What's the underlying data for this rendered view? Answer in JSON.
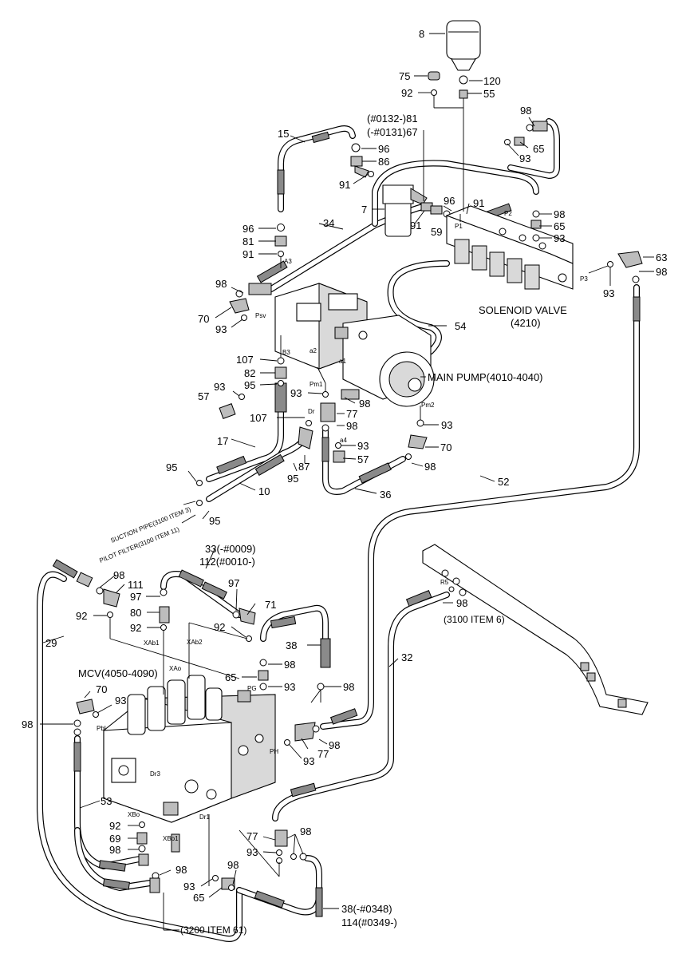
{
  "diagram": {
    "labels": [
      {
        "id": "l8",
        "text": "8"
      },
      {
        "id": "l75",
        "text": "75"
      },
      {
        "id": "l120",
        "text": "120"
      },
      {
        "id": "l92a",
        "text": "92"
      },
      {
        "id": "l55",
        "text": "55"
      },
      {
        "id": "l81a",
        "text": "(#0132-)81"
      },
      {
        "id": "l67",
        "text": "(-#0131)67"
      },
      {
        "id": "l15",
        "text": "15"
      },
      {
        "id": "l96a",
        "text": "96"
      },
      {
        "id": "l86",
        "text": "86"
      },
      {
        "id": "l98a",
        "text": "98"
      },
      {
        "id": "l65a",
        "text": "65"
      },
      {
        "id": "l93a",
        "text": "93"
      },
      {
        "id": "l91a",
        "text": "91"
      },
      {
        "id": "l7",
        "text": "7"
      },
      {
        "id": "l96b",
        "text": "96"
      },
      {
        "id": "l91b",
        "text": "91"
      },
      {
        "id": "l91c",
        "text": "91"
      },
      {
        "id": "l59",
        "text": "59"
      },
      {
        "id": "l98b",
        "text": "98"
      },
      {
        "id": "l65b",
        "text": "65"
      },
      {
        "id": "l93b",
        "text": "93"
      },
      {
        "id": "l34",
        "text": "34"
      },
      {
        "id": "l96c",
        "text": "96"
      },
      {
        "id": "l81b",
        "text": "81"
      },
      {
        "id": "l91d",
        "text": "91"
      },
      {
        "id": "l63",
        "text": "63"
      },
      {
        "id": "l98c",
        "text": "98"
      },
      {
        "id": "l93c",
        "text": "93"
      },
      {
        "id": "l98d",
        "text": "98"
      },
      {
        "id": "l70a",
        "text": "70"
      },
      {
        "id": "l93d",
        "text": "93"
      },
      {
        "id": "lsol",
        "text": "SOLENOID VALVE"
      },
      {
        "id": "lsol2",
        "text": "(4210)"
      },
      {
        "id": "l54",
        "text": "54"
      },
      {
        "id": "l107a",
        "text": "107"
      },
      {
        "id": "l82",
        "text": "82"
      },
      {
        "id": "l95a",
        "text": "95"
      },
      {
        "id": "l93e",
        "text": "93"
      },
      {
        "id": "l57a",
        "text": "57"
      },
      {
        "id": "l93f",
        "text": "93"
      },
      {
        "id": "lmain",
        "text": "MAIN PUMP(4010-4040)"
      },
      {
        "id": "l98e",
        "text": "98"
      },
      {
        "id": "l77a",
        "text": "77"
      },
      {
        "id": "l98f",
        "text": "98"
      },
      {
        "id": "l107b",
        "text": "107"
      },
      {
        "id": "l93g",
        "text": "93"
      },
      {
        "id": "l17",
        "text": "17"
      },
      {
        "id": "l93h",
        "text": "93"
      },
      {
        "id": "l70b",
        "text": "70"
      },
      {
        "id": "l57b",
        "text": "57"
      },
      {
        "id": "l98g",
        "text": "98"
      },
      {
        "id": "l87",
        "text": "87"
      },
      {
        "id": "l95b",
        "text": "95"
      },
      {
        "id": "l95c",
        "text": "95"
      },
      {
        "id": "l10",
        "text": "10"
      },
      {
        "id": "l36",
        "text": "36"
      },
      {
        "id": "l52",
        "text": "52"
      },
      {
        "id": "l95d",
        "text": "95"
      },
      {
        "id": "lsuc",
        "text": "SUCTION PIPE(3100 ITEM 3)"
      },
      {
        "id": "lpil",
        "text": "PILOT FILTER(3100 ITEM 11)"
      },
      {
        "id": "l33",
        "text": "33(-#0009)"
      },
      {
        "id": "l112",
        "text": "112(#0010-)"
      },
      {
        "id": "l98h",
        "text": "98"
      },
      {
        "id": "l111",
        "text": "111"
      },
      {
        "id": "l97a",
        "text": "97"
      },
      {
        "id": "l97b",
        "text": "97"
      },
      {
        "id": "l71",
        "text": "71"
      },
      {
        "id": "l92b",
        "text": "92"
      },
      {
        "id": "l80",
        "text": "80"
      },
      {
        "id": "l92c",
        "text": "92"
      },
      {
        "id": "l92d",
        "text": "92"
      },
      {
        "id": "l98i",
        "text": "98"
      },
      {
        "id": "l3100",
        "text": "(3100 ITEM 6)"
      },
      {
        "id": "l29",
        "text": "29"
      },
      {
        "id": "l38a",
        "text": "38"
      },
      {
        "id": "l98j",
        "text": "98"
      },
      {
        "id": "l32",
        "text": "32"
      },
      {
        "id": "lmcv",
        "text": "MCV(4050-4090)"
      },
      {
        "id": "l65c",
        "text": "65"
      },
      {
        "id": "l93i",
        "text": "93"
      },
      {
        "id": "l70c",
        "text": "70"
      },
      {
        "id": "l98k",
        "text": "98"
      },
      {
        "id": "l93j",
        "text": "93"
      },
      {
        "id": "l98l",
        "text": "98"
      },
      {
        "id": "l98m",
        "text": "98"
      },
      {
        "id": "l77b",
        "text": "77"
      },
      {
        "id": "l93k",
        "text": "93"
      },
      {
        "id": "l53",
        "text": "53"
      },
      {
        "id": "l92e",
        "text": "92"
      },
      {
        "id": "l69",
        "text": "69"
      },
      {
        "id": "l98n",
        "text": "98"
      },
      {
        "id": "l77c",
        "text": "77"
      },
      {
        "id": "l98o",
        "text": "98"
      },
      {
        "id": "l93l",
        "text": "93"
      },
      {
        "id": "l98p",
        "text": "98"
      },
      {
        "id": "l98q",
        "text": "98"
      },
      {
        "id": "l93m",
        "text": "93"
      },
      {
        "id": "l65d",
        "text": "65"
      },
      {
        "id": "l38b",
        "text": "38(-#0348)"
      },
      {
        "id": "l114",
        "text": "114(#0349-)"
      },
      {
        "id": "l3200",
        "text": "(3200 ITEM 61)"
      }
    ],
    "port_tags": [
      {
        "id": "tA3",
        "text": "A3"
      },
      {
        "id": "tPsv",
        "text": "Psv"
      },
      {
        "id": "tB3",
        "text": "B3"
      },
      {
        "id": "ta2",
        "text": "a2"
      },
      {
        "id": "ta1",
        "text": "a1"
      },
      {
        "id": "tPm1",
        "text": "Pm1"
      },
      {
        "id": "tDr",
        "text": "Dr"
      },
      {
        "id": "ta4",
        "text": "a4"
      },
      {
        "id": "tPm2",
        "text": "Pm2"
      },
      {
        "id": "tP1",
        "text": "P1"
      },
      {
        "id": "tP2",
        "text": "P2"
      },
      {
        "id": "tP3",
        "text": "P3"
      },
      {
        "id": "tR5",
        "text": "R5"
      },
      {
        "id": "tXAb1",
        "text": "XAb1"
      },
      {
        "id": "tXAb2",
        "text": "XAb2"
      },
      {
        "id": "tXAo",
        "text": "XAo"
      },
      {
        "id": "tPbL",
        "text": "PbL"
      },
      {
        "id": "tPG",
        "text": "PG"
      },
      {
        "id": "tPH",
        "text": "PH"
      },
      {
        "id": "tDr3",
        "text": "Dr3"
      },
      {
        "id": "tDr1",
        "text": "Dr1"
      },
      {
        "id": "tXBo",
        "text": "XBo"
      },
      {
        "id": "tXBo1",
        "text": "XBo1"
      }
    ]
  }
}
